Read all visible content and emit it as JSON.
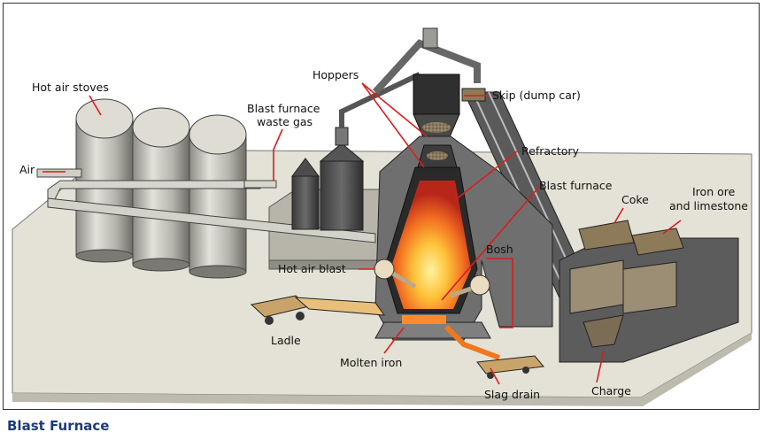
{
  "caption": "Blast Furnace",
  "labels": {
    "hot_air_stoves": "Hot air stoves",
    "air": "Air",
    "waste_gas_1": "Blast furnace",
    "waste_gas_2": "waste gas",
    "hoppers": "Hoppers",
    "skip": "Skip (dump car)",
    "refractory": "Refractory",
    "blast_furnace": "Blast furnace",
    "coke": "Coke",
    "iron_ore_1": "Iron ore",
    "iron_ore_2": "and limestone",
    "bosh": "Bosh",
    "hot_air_blast": "Hot air blast",
    "ladle": "Ladle",
    "molten_iron": "Molten iron",
    "slag_drain": "Slag drain",
    "charge": "Charge"
  },
  "colors": {
    "leader": "#d81e1e",
    "caption": "#1d3b7a",
    "ground": "#e4e2d6",
    "steel_dark": "#454545",
    "steel_mid": "#8a8a8a",
    "steel_light": "#c8c8c0",
    "fire_core": "#ffd24a",
    "fire_outer": "#c7301c"
  }
}
